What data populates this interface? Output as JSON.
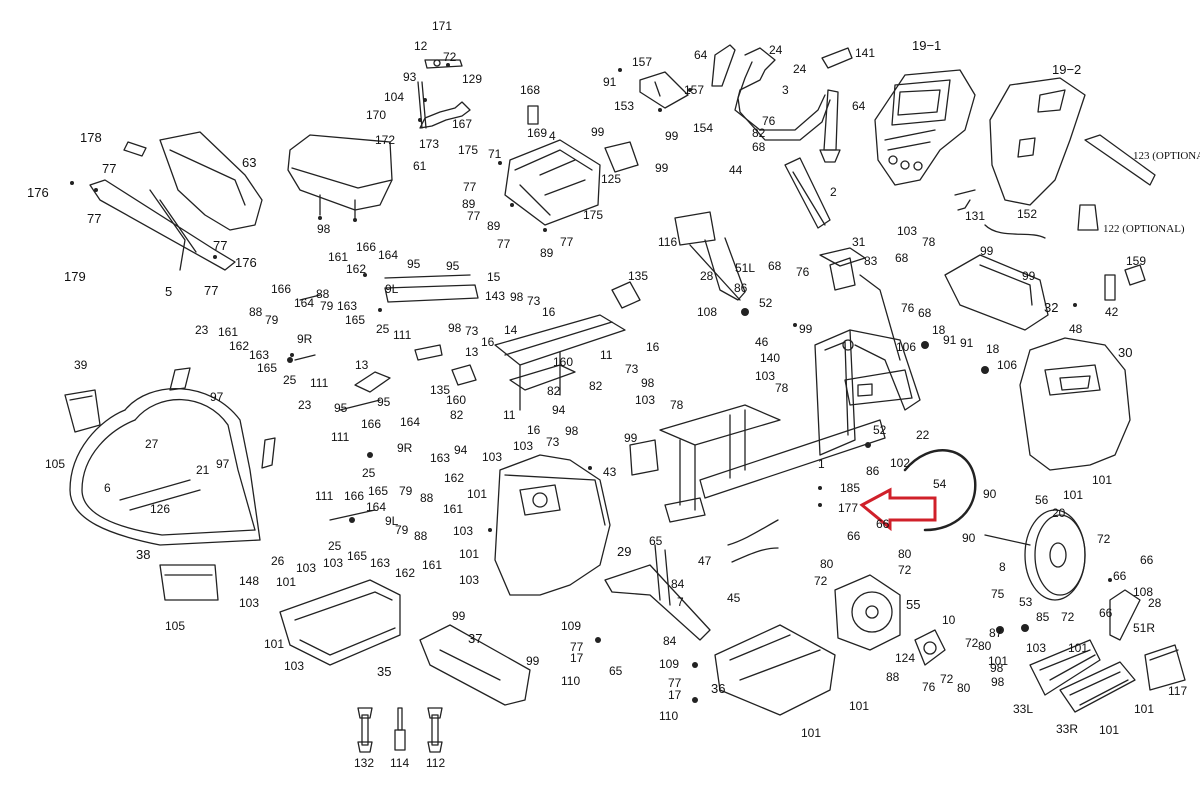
{
  "diagram": {
    "callout_arrow_color": "#d0202a",
    "labels": {
      "p171": "171",
      "p12": "12",
      "p72a": "72",
      "p93": "93",
      "p129": "129",
      "p104": "104",
      "p170": "170",
      "p167": "167",
      "p172": "172",
      "p173": "173",
      "p178": "178",
      "p77a": "77",
      "p176a": "176",
      "p77b": "77",
      "p63": "63",
      "p179": "179",
      "p77c": "77",
      "p176b": "176",
      "p77d": "77",
      "p5": "5",
      "p61": "61",
      "p98a": "98",
      "p168": "168",
      "p169": "169",
      "p4": "4",
      "p175a": "175",
      "p71": "71",
      "p77e": "77",
      "p89a": "89",
      "p77f": "77",
      "p89b": "89",
      "p77g": "77",
      "p89c": "89",
      "p77h": "77",
      "p175b": "175",
      "p99a": "99",
      "p125": "125",
      "p99b": "99",
      "p91": "91",
      "p157a": "157",
      "p153": "153",
      "p157b": "157",
      "p99c": "99",
      "p154": "154",
      "p64a": "64",
      "p24a": "24",
      "p141": "141",
      "p24b": "24",
      "p3": "3",
      "p64b": "64",
      "p76a": "76",
      "p82a": "82",
      "p68a": "68",
      "p44": "44",
      "p2": "2",
      "p19_1": "19−1",
      "p19_2": "19−2",
      "p123": "123 (OPTIONAL)",
      "p131": "131",
      "p152": "152",
      "p122": "122 (OPTIONAL)",
      "p166a": "166",
      "p164a": "164",
      "p161a": "161",
      "p162a": "162",
      "p88a": "88",
      "p79a": "79",
      "p9La": "9L",
      "p163a": "163",
      "p165a": "165",
      "p25a": "25",
      "p111a": "111",
      "p95a": "95",
      "p95b": "95",
      "p15": "15",
      "p143": "143",
      "p166b": "166",
      "p164b": "164",
      "p88b": "88",
      "p79b": "79",
      "p161b": "161",
      "p162b": "162",
      "p163b": "163",
      "p9R": "9R",
      "p165b": "165",
      "p25b": "25",
      "p111b": "111",
      "p23a": "23",
      "p97a": "97",
      "p39": "39",
      "p105a": "105",
      "p23b": "23",
      "p27": "27",
      "p21": "21",
      "p97b": "97",
      "p6": "6",
      "p126": "126",
      "p13": "13",
      "p98b": "98",
      "p73a": "73",
      "p16a": "16",
      "p98c": "98",
      "p73b": "73",
      "p16b": "16",
      "p14": "14",
      "p135a": "135",
      "p95c": "95",
      "p95d": "95",
      "p160a": "160",
      "p160b": "160",
      "p82b": "82",
      "p82c": "82",
      "p94a": "94",
      "p82d": "82",
      "p94b": "94",
      "p11a": "11",
      "p11b": "11",
      "p16c": "16",
      "p73c": "73",
      "p98d": "98",
      "p16d": "16",
      "p98e": "98",
      "p166c": "166",
      "p164c": "164",
      "p111c": "111",
      "p9Rb": "9R",
      "p163c": "163",
      "p25c": "25",
      "p165c": "165",
      "p79c": "79",
      "p88c": "88",
      "p162c": "162",
      "p161c": "161",
      "p111d": "111",
      "p166d": "166",
      "p164d": "164",
      "p9Lb": "9L",
      "p79d": "79",
      "p88d": "88",
      "p25d": "25",
      "p165d": "165",
      "p163d": "163",
      "p162d": "162",
      "p161d": "161",
      "p103a": "103",
      "p103b": "103",
      "p101a": "101",
      "p103c": "103",
      "p101b": "101",
      "p103d": "103",
      "p29": "29",
      "p26": "26",
      "p38": "38",
      "p105b": "105",
      "p148": "148",
      "p101c": "101",
      "p103e": "103",
      "p103f": "103",
      "p103g": "103",
      "p101d": "101",
      "p103h": "103",
      "p35": "35",
      "p99d": "99",
      "p37": "37",
      "p99e": "99",
      "p132": "132",
      "p114": "114",
      "p112": "112",
      "p135b": "135",
      "p116": "116",
      "p28a": "28",
      "p51L": "51L",
      "p86a": "86",
      "p108a": "108",
      "p52a": "52",
      "p68b": "68",
      "p76b": "76",
      "p31": "31",
      "p103i": "103",
      "p78a": "78",
      "p83": "83",
      "p68c": "68",
      "p99f": "99",
      "p99g": "99",
      "p32": "32",
      "p159": "159",
      "p48": "48",
      "p42": "42",
      "p46": "46",
      "p99h": "99",
      "p140": "140",
      "p103j": "103",
      "p78b": "78",
      "p76c": "76",
      "p68d": "68",
      "p18a": "18",
      "p91b": "91",
      "p106a": "106",
      "p91c": "91",
      "p18b": "18",
      "p106b": "106",
      "p30": "30",
      "p101e": "101",
      "p101f": "101",
      "p103k": "103",
      "p78c": "78",
      "p99i": "99",
      "p43": "43",
      "p52b": "52",
      "p22": "22",
      "p86b": "86",
      "p102": "102",
      "p1": "1",
      "p185": "185",
      "p177": "177",
      "p54": "54",
      "p90a": "90",
      "p90b": "90",
      "p56": "56",
      "p8": "8",
      "p20": "20",
      "p72b": "72",
      "p66a": "66",
      "p66b": "66",
      "p108b": "108",
      "p28b": "28",
      "p66c": "66",
      "p72c": "72",
      "p51R": "51R",
      "p47": "47",
      "p45": "45",
      "p65a": "65",
      "p84a": "84",
      "p7": "7",
      "p84b": "84",
      "p109a": "109",
      "p77i": "77",
      "p17a": "17",
      "p110a": "110",
      "p65b": "65",
      "p109b": "109",
      "p77j": "77",
      "p17b": "17",
      "p110b": "110",
      "p66d": "66",
      "p66e": "66",
      "p80a": "80",
      "p80b": "80",
      "p72d": "72",
      "p72e": "72",
      "p55": "55",
      "p10": "10",
      "p75": "75",
      "p53": "53",
      "p85": "85",
      "p87": "87",
      "p72f": "72",
      "p80c": "80",
      "p124": "124",
      "p88e": "88",
      "p76d": "76",
      "p72g": "72",
      "p80d": "80",
      "p98f": "98",
      "p98g": "98",
      "p101g": "101",
      "p103l": "103",
      "p33L": "33L",
      "p117": "117",
      "p101h": "101",
      "p33R": "33R",
      "p101i": "101",
      "p36": "36",
      "p101j": "101",
      "p101k": "101"
    }
  }
}
